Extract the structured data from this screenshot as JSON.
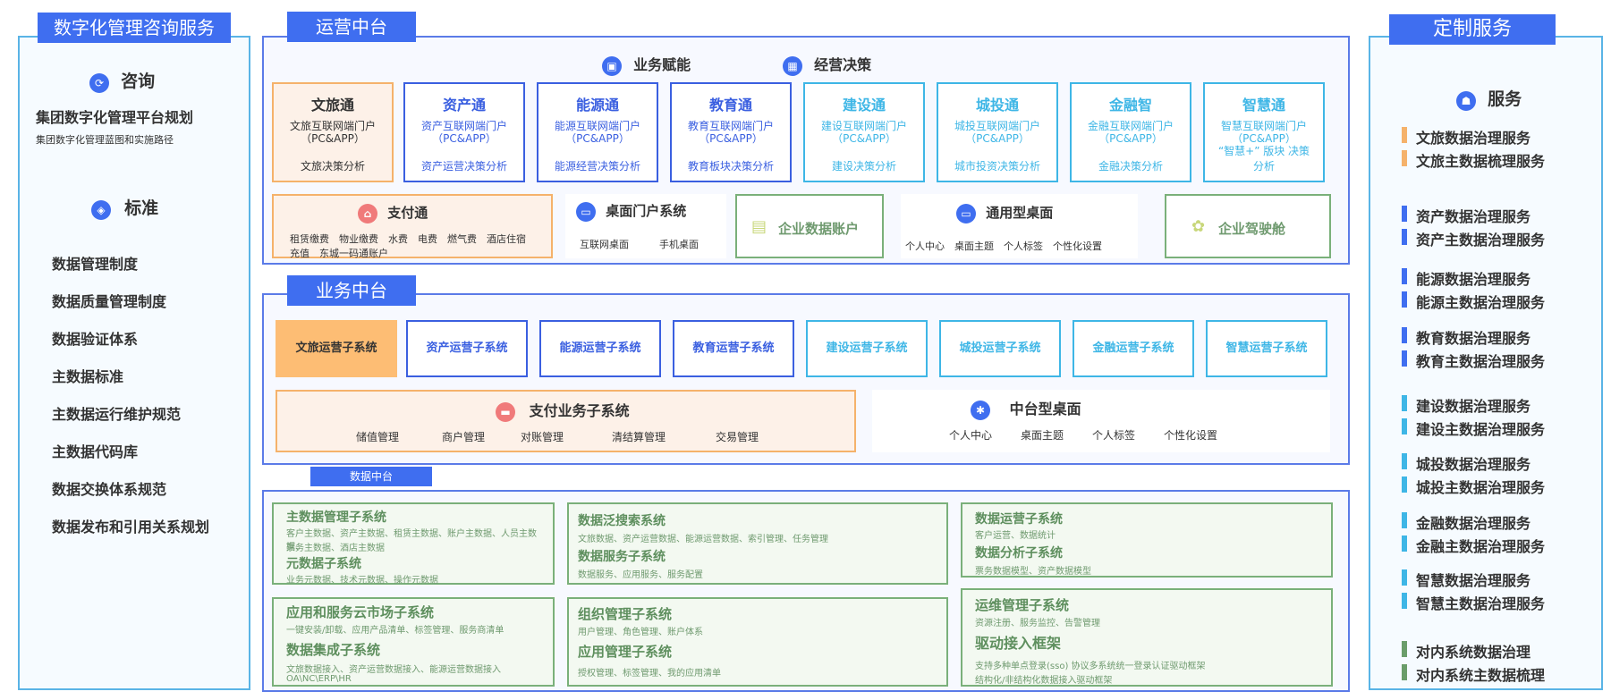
{
  "left": {
    "header": "数字化管理咨询服务",
    "consult_title": "咨询",
    "consult_main": "集团数字化管理平台规划",
    "consult_sub": "集团数字化管理蓝图和实施路径",
    "standard_title": "标准",
    "items": [
      "数据管理制度",
      "数据质量管理制度",
      "数据验证体系",
      "主数据标准",
      "主数据运行维护规范",
      "主数据代码库",
      "数据交换体系规范",
      "数据发布和引用关系规划"
    ]
  },
  "right": {
    "header": "定制服务",
    "title": "服务",
    "items": [
      {
        "label": "文旅数据治理服务",
        "color": "#f5b26b"
      },
      {
        "label": "文旅主数据梳理服务",
        "color": "#f5b26b"
      },
      {
        "label": "资产数据治理服务",
        "color": "#3f6ef0"
      },
      {
        "label": "资产主数据治理服务",
        "color": "#3f6ef0"
      },
      {
        "label": "能源数据治理服务",
        "color": "#3f6ef0"
      },
      {
        "label": "能源主数据治理服务",
        "color": "#3f6ef0"
      },
      {
        "label": "教育数据治理服务",
        "color": "#3f6ef0"
      },
      {
        "label": "教育主数据治理服务",
        "color": "#3f6ef0"
      },
      {
        "label": "建设数据治理服务",
        "color": "#3eb6e6"
      },
      {
        "label": "建设主数据治理服务",
        "color": "#3eb6e6"
      },
      {
        "label": "城投数据治理服务",
        "color": "#3eb6e6"
      },
      {
        "label": "城投主数据治理服务",
        "color": "#3eb6e6"
      },
      {
        "label": "金融数据治理服务",
        "color": "#3eb6e6"
      },
      {
        "label": "金融主数据治理服务",
        "color": "#3eb6e6"
      },
      {
        "label": "智慧数据治理服务",
        "color": "#3eb6e6"
      },
      {
        "label": "智慧主数据治理服务",
        "color": "#3eb6e6"
      },
      {
        "label": "对内系统数据治理",
        "color": "#6a9d6a"
      },
      {
        "label": "对内系统主数据梳理",
        "color": "#6a9d6a"
      }
    ]
  },
  "ops": {
    "tag": "运营中台",
    "top1": "业务赋能",
    "top2": "经营决策",
    "cards": [
      {
        "t": "文旅通",
        "s": "文旅互联网端门户 （PC&APP）",
        "b": "文旅决策分析"
      },
      {
        "t": "资产通",
        "s": "资产互联网端门户 （PC&APP）",
        "b": "资产运营决策分析"
      },
      {
        "t": "能源通",
        "s": "能源互联网端门户 （PC&APP）",
        "b": "能源经营决策分析"
      },
      {
        "t": "教育通",
        "s": "教育互联网端门户 （PC&APP）",
        "b": "教育板块决策分析"
      },
      {
        "t": "建设通",
        "s": "建设互联网端门户 （PC&APP）",
        "b": "建设决策分析"
      },
      {
        "t": "城投通",
        "s": "城投互联网端门户 （PC&APP）",
        "b": "城市投资决策分析"
      },
      {
        "t": "金融智",
        "s": "金融互联网端门户 （PC&APP）",
        "b": "金融决策分析"
      },
      {
        "t": "智慧通",
        "s": "智慧互联网端门户 （PC&APP）",
        "b": "“智慧+” 版块 决策分析"
      }
    ],
    "pay_title": "支付通",
    "pay_items": "租赁缴费　物业缴费　水费　电费　燃气费　酒店住宿",
    "pay_items2": "充值　东城一码通账户",
    "desk_title": "桌面门户系统",
    "desk_a": "互联网桌面",
    "desk_b": "手机桌面",
    "acct_title": "企业数据账户",
    "gen_title": "通用型桌面",
    "gen_items": "个人中心　桌面主题　个人标签　个性化设置",
    "cockpit_title": "企业驾驶舱"
  },
  "biz": {
    "tag": "业务中台",
    "subs": [
      "文旅运营子系统",
      "资产运营子系统",
      "能源运营子系统",
      "教育运营子系统",
      "建设运营子系统",
      "城投运营子系统",
      "金融运营子系统",
      "智慧运营子系统"
    ],
    "pay_title": "支付业务子系统",
    "pay_items": [
      "储值管理",
      "商户管理",
      "对账管理",
      "清结算管理",
      "交易管理"
    ],
    "mid_title": "中台型桌面",
    "mid_items": [
      "个人中心",
      "桌面主题",
      "个人标签",
      "个性化设置"
    ]
  },
  "data": {
    "tag": "数据中台",
    "b1_t1": "主数据管理子系统",
    "b1_s1": "客户主数据、资产主数据、租赁主数据、账户主数据、人员主数据、",
    "b1_s1b": "票务主数据、酒店主数据",
    "b1_t2": "元数据子系统",
    "b1_s2": "业务元数据、技术元数据、操作元数据",
    "b2_t1": "数据泛搜索系统",
    "b2_s1": "文旅数据、资产运营数据、能源运营数据、索引管理、任务管理",
    "b2_t2": "数据服务子系统",
    "b2_s2": "数据服务、应用服务、服务配置",
    "b3_t1": "数据运营子系统",
    "b3_s1": "客户运营、数据统计",
    "b3_t2": "数据分析子系统",
    "b3_s2": "票务数据模型、资产数据模型",
    "b4_t1": "应用和服务云市场子系统",
    "b4_s1": "一键安装/卸载、应用产品清单、标签管理、服务商清单",
    "b4_t2": "数据集成子系统",
    "b4_s2": "文旅数据接入、资产运营数据接入、能源运营数据接入",
    "b4_s2b": "OA\\NC\\ERP\\HR",
    "b5_t1": "组织管理子系统",
    "b5_s1": "用户管理、角色管理、账户体系",
    "b5_t2": "应用管理子系统",
    "b5_s2": "授权管理、标签管理、我的应用清单",
    "b6_t1": "运维管理子系统",
    "b6_s1": "资源注册、服务监控、告警管理",
    "b6_t2": "驱动接入框架",
    "b6_s2": "支持多种单点登录(sso) 协议多系统统一登录认证驱动框架",
    "b6_s2b": "结构化/非结构化数据接入驱动框架"
  }
}
